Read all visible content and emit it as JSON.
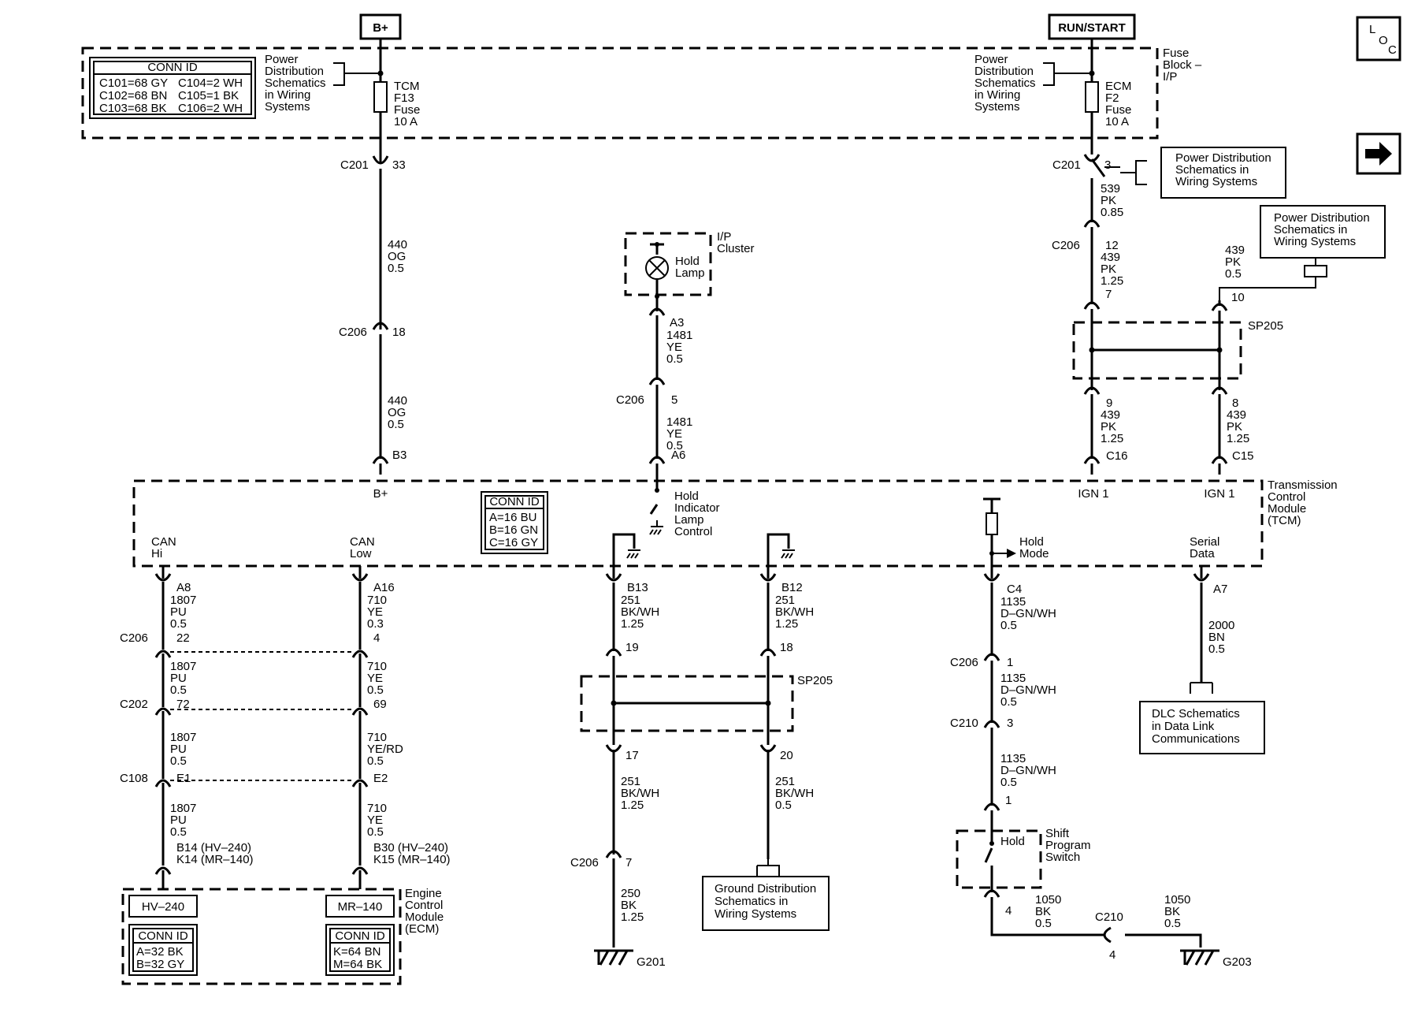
{
  "title_left": "B+",
  "title_right": "RUN/START",
  "loc_badge": "LOC",
  "next_arrow_icon": "right-arrow-icon",
  "fuse_block": {
    "label": [
      "Fuse",
      "Block –",
      "I/P"
    ],
    "conn_id_title": "CONN ID",
    "conn_ids": [
      "C101=68 GY",
      "C102=68 BN",
      "C103=68 BK",
      "C104=2 WH",
      "C105=1 BK",
      "C106=2 WH"
    ],
    "left_power_ref": [
      "Power",
      "Distribution",
      "Schematics",
      "in Wiring",
      "Systems"
    ],
    "right_power_ref": [
      "Power",
      "Distribution",
      "Schematics",
      "in Wiring",
      "Systems"
    ],
    "tcm_fuse": [
      "TCM",
      "F13",
      "Fuse",
      "10 A"
    ],
    "ecm_fuse": [
      "ECM",
      "F2",
      "Fuse",
      "10 A"
    ]
  },
  "power_ref_box_1": [
    "Power Distribution",
    "Schematics in",
    "Wiring Systems"
  ],
  "power_ref_box_2": [
    "Power Distribution",
    "Schematics in",
    "Wiring Systems"
  ],
  "ip_cluster": {
    "label": [
      "I/P",
      "Cluster"
    ],
    "lamp": [
      "Hold",
      "Lamp"
    ]
  },
  "tcm": {
    "label": [
      "Transmission",
      "Control",
      "Module",
      "(TCM)"
    ],
    "conn_id_title": "CONN ID",
    "conn_ids": [
      "A=16 BU",
      "B=16 GN",
      "C=16 GY"
    ],
    "pin_bplus": "B+",
    "pin_ign1_a": "IGN 1",
    "pin_ign1_b": "IGN 1",
    "hold_indicator": [
      "Hold",
      "Indicator",
      "Lamp",
      "Control"
    ],
    "can_hi": [
      "CAN",
      "Hi"
    ],
    "can_low": [
      "CAN",
      "Low"
    ],
    "hold_mode": [
      "Hold",
      "Mode"
    ],
    "serial_data": [
      "Serial",
      "Data"
    ]
  },
  "wire_labels": {
    "c201_left": "C201",
    "c201_left_pin": "33",
    "w440_a": [
      "440",
      "OG",
      "0.5"
    ],
    "c206_left": "C206",
    "c206_left_pin": "18",
    "w440_b": [
      "440",
      "OG",
      "0.5"
    ],
    "b3": "B3",
    "a3": [
      "A3",
      "1481",
      "YE",
      "0.5"
    ],
    "c206_mid": "C206",
    "c206_mid_pin": "5",
    "w1481": [
      "1481",
      "YE",
      "0.5"
    ],
    "a6": "A6",
    "c201_right": "C201",
    "c201_right_pin": "3",
    "w539": [
      "539",
      "PK",
      "0.85"
    ],
    "c206_right": "C206",
    "w12": [
      "12",
      "439",
      "PK",
      "1.25",
      "7"
    ],
    "w439_top": [
      "439",
      "PK",
      "0.5"
    ],
    "pin10": "10",
    "sp205_top": "SP205",
    "w9": [
      "9",
      "439",
      "PK",
      "1.25"
    ],
    "c16": "C16",
    "w8": [
      "8",
      "439",
      "PK",
      "1.25"
    ],
    "c15": "C15",
    "a8": [
      "A8",
      "1807",
      "PU",
      "0.5"
    ],
    "a16": [
      "A16",
      "710",
      "YE",
      "0.3"
    ],
    "c206_can": "C206",
    "pin22": "22",
    "pin4": "4",
    "can_hi_2": [
      "1807",
      "PU",
      "0.5"
    ],
    "can_lo_2": [
      "710",
      "YE",
      "0.5"
    ],
    "c202": "C202",
    "pin72": "72",
    "pin69": "69",
    "can_hi_3": [
      "1807",
      "PU",
      "0.5"
    ],
    "can_lo_3": [
      "710",
      "YE/RD",
      "0.5"
    ],
    "c108": "C108",
    "e1": "E1",
    "e2": "E2",
    "can_hi_4": [
      "1807",
      "PU",
      "0.5",
      "B14 (HV–240)",
      "K14 (MR–140)"
    ],
    "can_lo_4": [
      "710",
      "YE",
      "0.5",
      "B30 (HV–240)",
      "K15 (MR–140)"
    ],
    "b13": [
      "B13",
      "251",
      "BK/WH",
      "1.25"
    ],
    "b12": [
      "B12",
      "251",
      "BK/WH",
      "1.25"
    ],
    "pin19": "19",
    "pin18": "18",
    "sp205_bot": "SP205",
    "pin17": "17",
    "pin20": "20",
    "w251_a": [
      "251",
      "BK/WH",
      "1.25"
    ],
    "w251_b": [
      "251",
      "BK/WH",
      "0.5"
    ],
    "c206_gnd": "C206",
    "pin7": "7",
    "w250": [
      "250",
      "BK",
      "1.25"
    ],
    "g201": "G201",
    "c4": [
      "C4",
      "1135",
      "D–GN/WH",
      "0.5"
    ],
    "c206_hold": "C206",
    "pin1": "1",
    "w1135_b": [
      "1135",
      "D–GN/WH",
      "0.5"
    ],
    "c210_hold": "C210",
    "pin3": "3",
    "w1135_c": [
      "1135",
      "D–GN/WH",
      "0.5"
    ],
    "pin1b": "1",
    "a7": "A7",
    "w2000": [
      "2000",
      "BN",
      "0.5"
    ],
    "pin4b": "4",
    "w1050_a": [
      "1050",
      "BK",
      "0.5"
    ],
    "c210_gnd": "C210",
    "pin4c": "4",
    "w1050_b": [
      "1050",
      "BK",
      "0.5"
    ],
    "g203": "G203"
  },
  "ground_ref_box": [
    "Ground Distribution",
    "Schematics in",
    "Wiring Systems"
  ],
  "dlc_ref_box": [
    "DLC Schematics",
    "in Data Link",
    "Communications"
  ],
  "shift_switch": {
    "label": [
      "Shift",
      "Program",
      "Switch"
    ],
    "contact": "Hold"
  },
  "ecm": {
    "label": [
      "Engine",
      "Control",
      "Module",
      "(ECM)"
    ],
    "hv_tag": "HV–240",
    "mr_tag": "MR–140",
    "hv_conn_title": "CONN ID",
    "hv_conn_ids": [
      "A=32 BK",
      "B=32 GY"
    ],
    "mr_conn_title": "CONN ID",
    "mr_conn_ids": [
      "K=64 BN",
      "M=64 BK"
    ]
  }
}
